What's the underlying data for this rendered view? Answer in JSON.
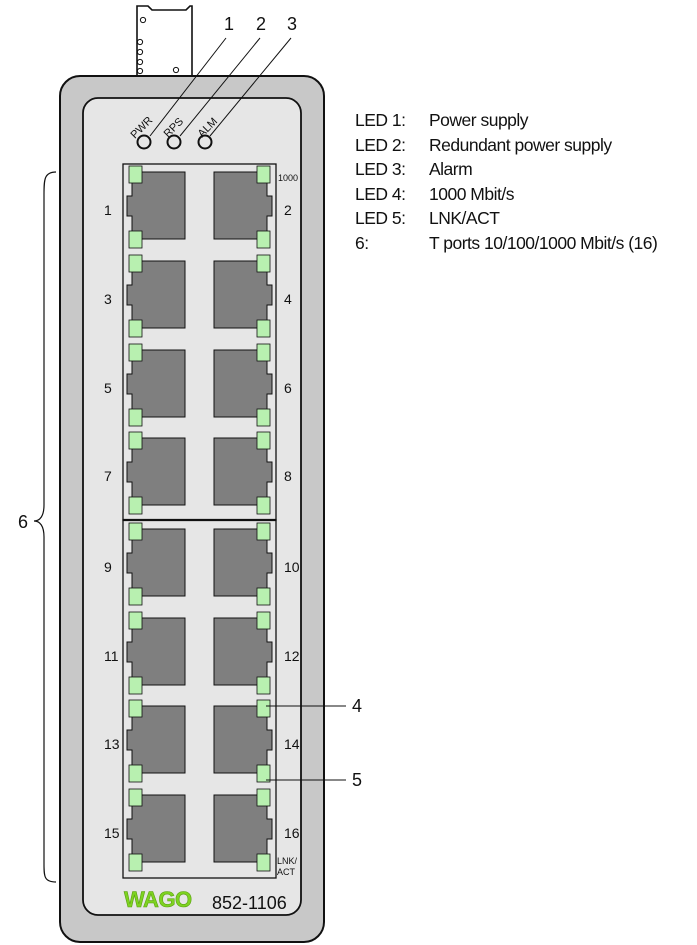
{
  "callouts": {
    "c1": "1",
    "c2": "2",
    "c3": "3",
    "c4": "4",
    "c5": "5",
    "c6": "6"
  },
  "led_labels": {
    "pwr": "PWR",
    "rps": "RPS",
    "alm": "ALM"
  },
  "speed_label": "1000",
  "lnk_label_1": "LNK/",
  "lnk_label_2": "ACT",
  "ports": [
    "1",
    "2",
    "3",
    "4",
    "5",
    "6",
    "7",
    "8",
    "9",
    "10",
    "11",
    "12",
    "13",
    "14",
    "15",
    "16"
  ],
  "logo_text": "WAGO",
  "model_number": "852-1106",
  "legend": [
    {
      "key": "LED 1:",
      "value": "Power supply"
    },
    {
      "key": "LED 2:",
      "value": "Redundant power supply"
    },
    {
      "key": "LED 3:",
      "value": "Alarm"
    },
    {
      "key": "LED 4:",
      "value": "1000 Mbit/s"
    },
    {
      "key": "LED 5:",
      "value": "LNK/ACT"
    },
    {
      "key": "6:",
      "value": "T ports 10/100/1000 Mbit/s (16)"
    }
  ],
  "colors": {
    "housing": "#c8c8c8",
    "face": "#e6e6e6",
    "port": "#7f7f7f",
    "led_green": "#b8f0b0",
    "logo_green": "#7ed321"
  }
}
